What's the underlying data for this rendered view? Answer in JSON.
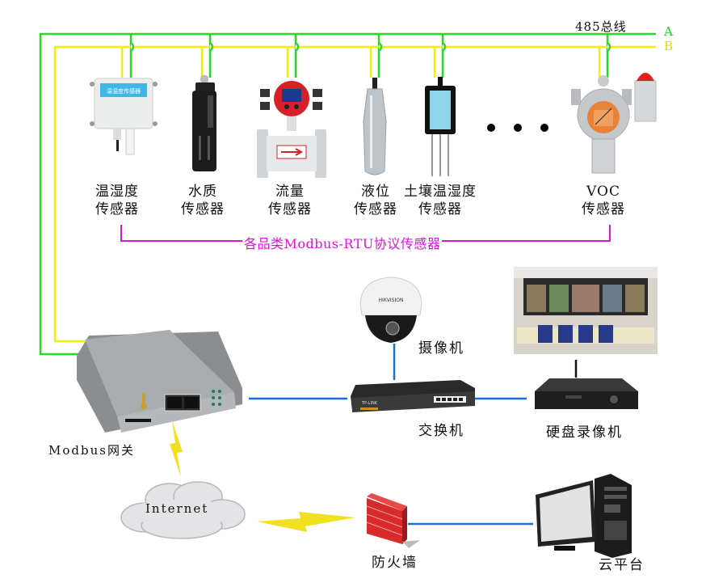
{
  "bus": {
    "title": "485总线",
    "line_a": "A",
    "line_b": "B",
    "color_a": "#22dd22",
    "color_b": "#f0f000"
  },
  "sensors": [
    {
      "icon": "temperature-humidity-sensor-icon",
      "line1": "温湿度",
      "line2": "传感器"
    },
    {
      "icon": "water-quality-sensor-icon",
      "line1": "水质",
      "line2": "传感器"
    },
    {
      "icon": "flow-meter-icon",
      "line1": "流量",
      "line2": "传感器"
    },
    {
      "icon": "liquid-level-sensor-icon",
      "line1": "液位",
      "line2": "传感器"
    },
    {
      "icon": "soil-sensor-icon",
      "line1": "土壤温湿度",
      "line2": "传感器"
    },
    {
      "icon": "voc-gas-detector-icon",
      "line1": "VOC",
      "line2": "传感器"
    }
  ],
  "ellipsis": "• • •",
  "protocol_label": "各品类Modbus-RTU协议传感器",
  "protocol_color": "#e010e0",
  "devices": {
    "gateway": "Modbus网关",
    "camera": "摄像机",
    "switch": "交换机",
    "nvr": "硬盘录像机",
    "internet": "Internet",
    "firewall": "防火墙",
    "cloud": "云平台"
  },
  "device_details": {
    "camera_brand": "HIKVISION",
    "switch_brand": "TP-LINK"
  },
  "link_color": "#1a6fd8"
}
